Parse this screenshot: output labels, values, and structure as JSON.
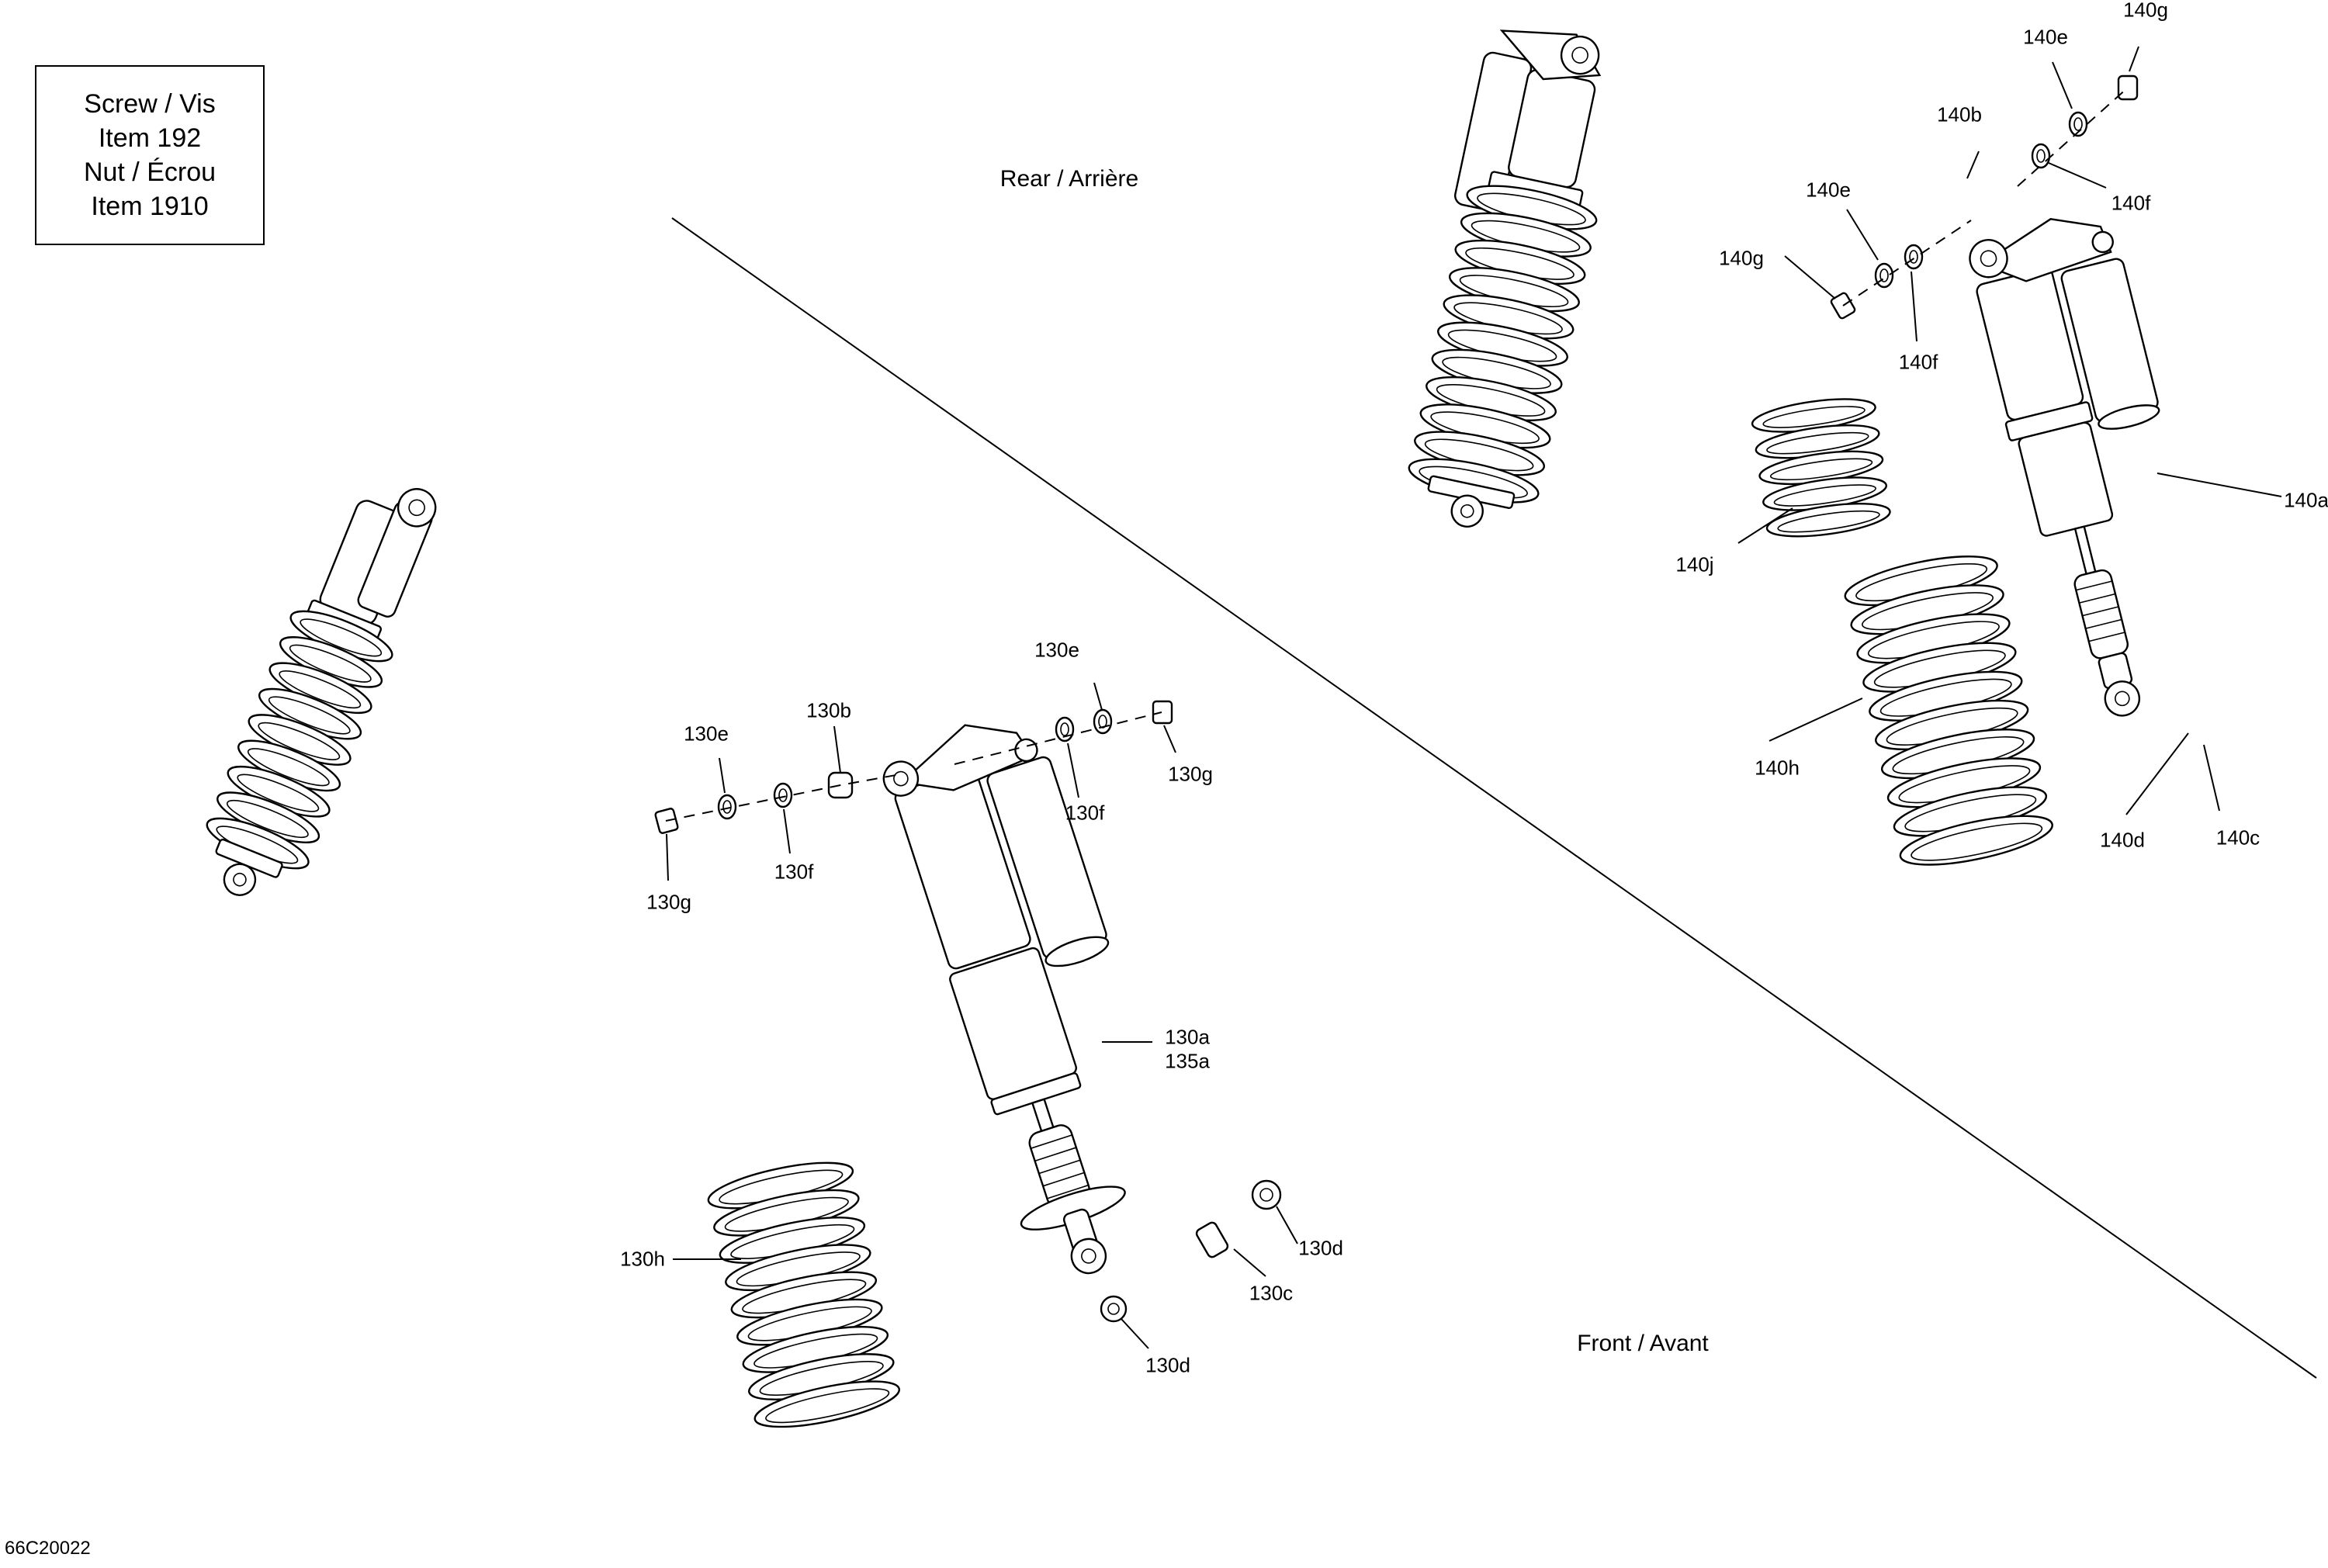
{
  "info_box": {
    "line1": "Screw / Vis",
    "line2": "Item 192",
    "line3": "Nut / Écrou",
    "line4": "Item 1910"
  },
  "sections": {
    "rear": "Rear / Arrière",
    "front": "Front / Avant"
  },
  "callouts": {
    "c130a": "130a",
    "c135a": "135a",
    "c130b": "130b",
    "c130c": "130c",
    "c130d_top": "130d",
    "c130d_bottom": "130d",
    "c130e_left": "130e",
    "c130e_right": "130e",
    "c130f_left": "130f",
    "c130f_right": "130f",
    "c130g_left": "130g",
    "c130g_right": "130g",
    "c130h": "130h",
    "c140a": "140a",
    "c140b": "140b",
    "c140c": "140c",
    "c140d": "140d",
    "c140e_top": "140e",
    "c140e_left": "140e",
    "c140f_top": "140f",
    "c140f_left": "140f",
    "c140g_top": "140g",
    "c140g_left": "140g",
    "c140h": "140h",
    "c140j": "140j"
  },
  "drawing_code": "66C20022"
}
